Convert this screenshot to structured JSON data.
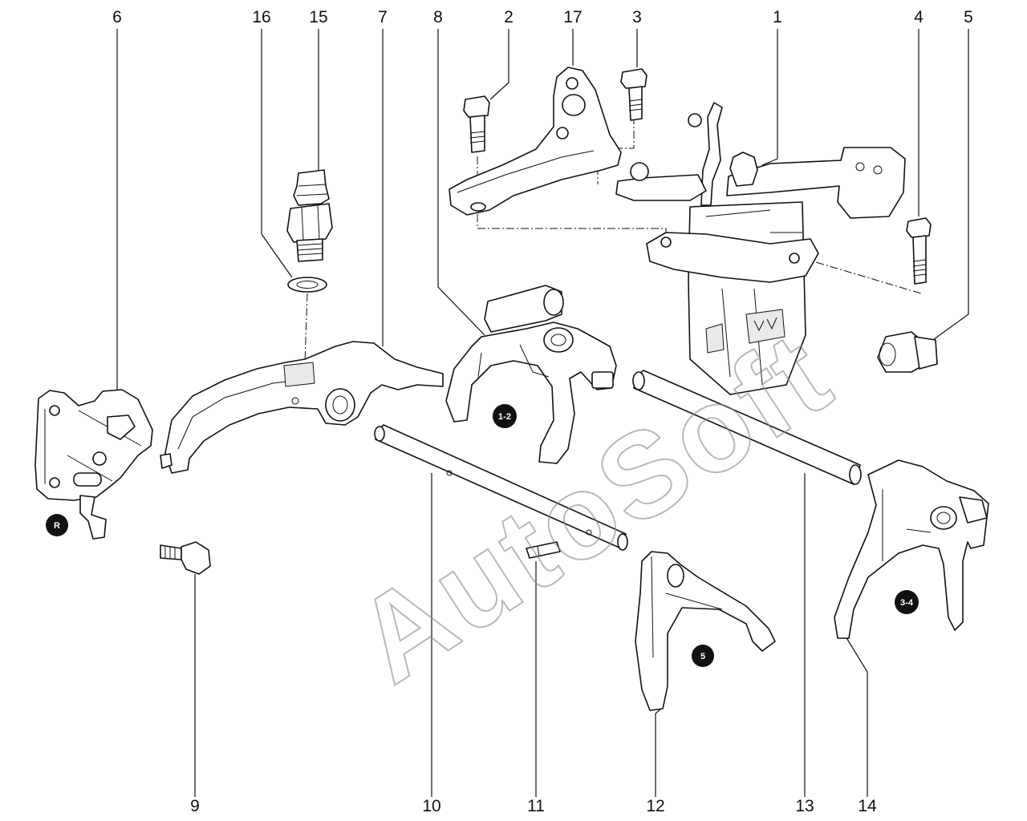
{
  "labels": {
    "top": [
      "6",
      "16",
      "15",
      "7",
      "8",
      "2",
      "17",
      "3",
      "1",
      "4",
      "5"
    ],
    "bottom": [
      "9",
      "10",
      "11",
      "12",
      "13",
      "14"
    ]
  },
  "badges": {
    "reverse": "R",
    "gear_1_2": "1-2",
    "gear_5": "5",
    "gear_3_4": "3-4"
  },
  "watermark": "AutoSoft",
  "colors": {
    "line": "#111111",
    "watermark": "#8a8a8a",
    "badge": "#111111"
  }
}
